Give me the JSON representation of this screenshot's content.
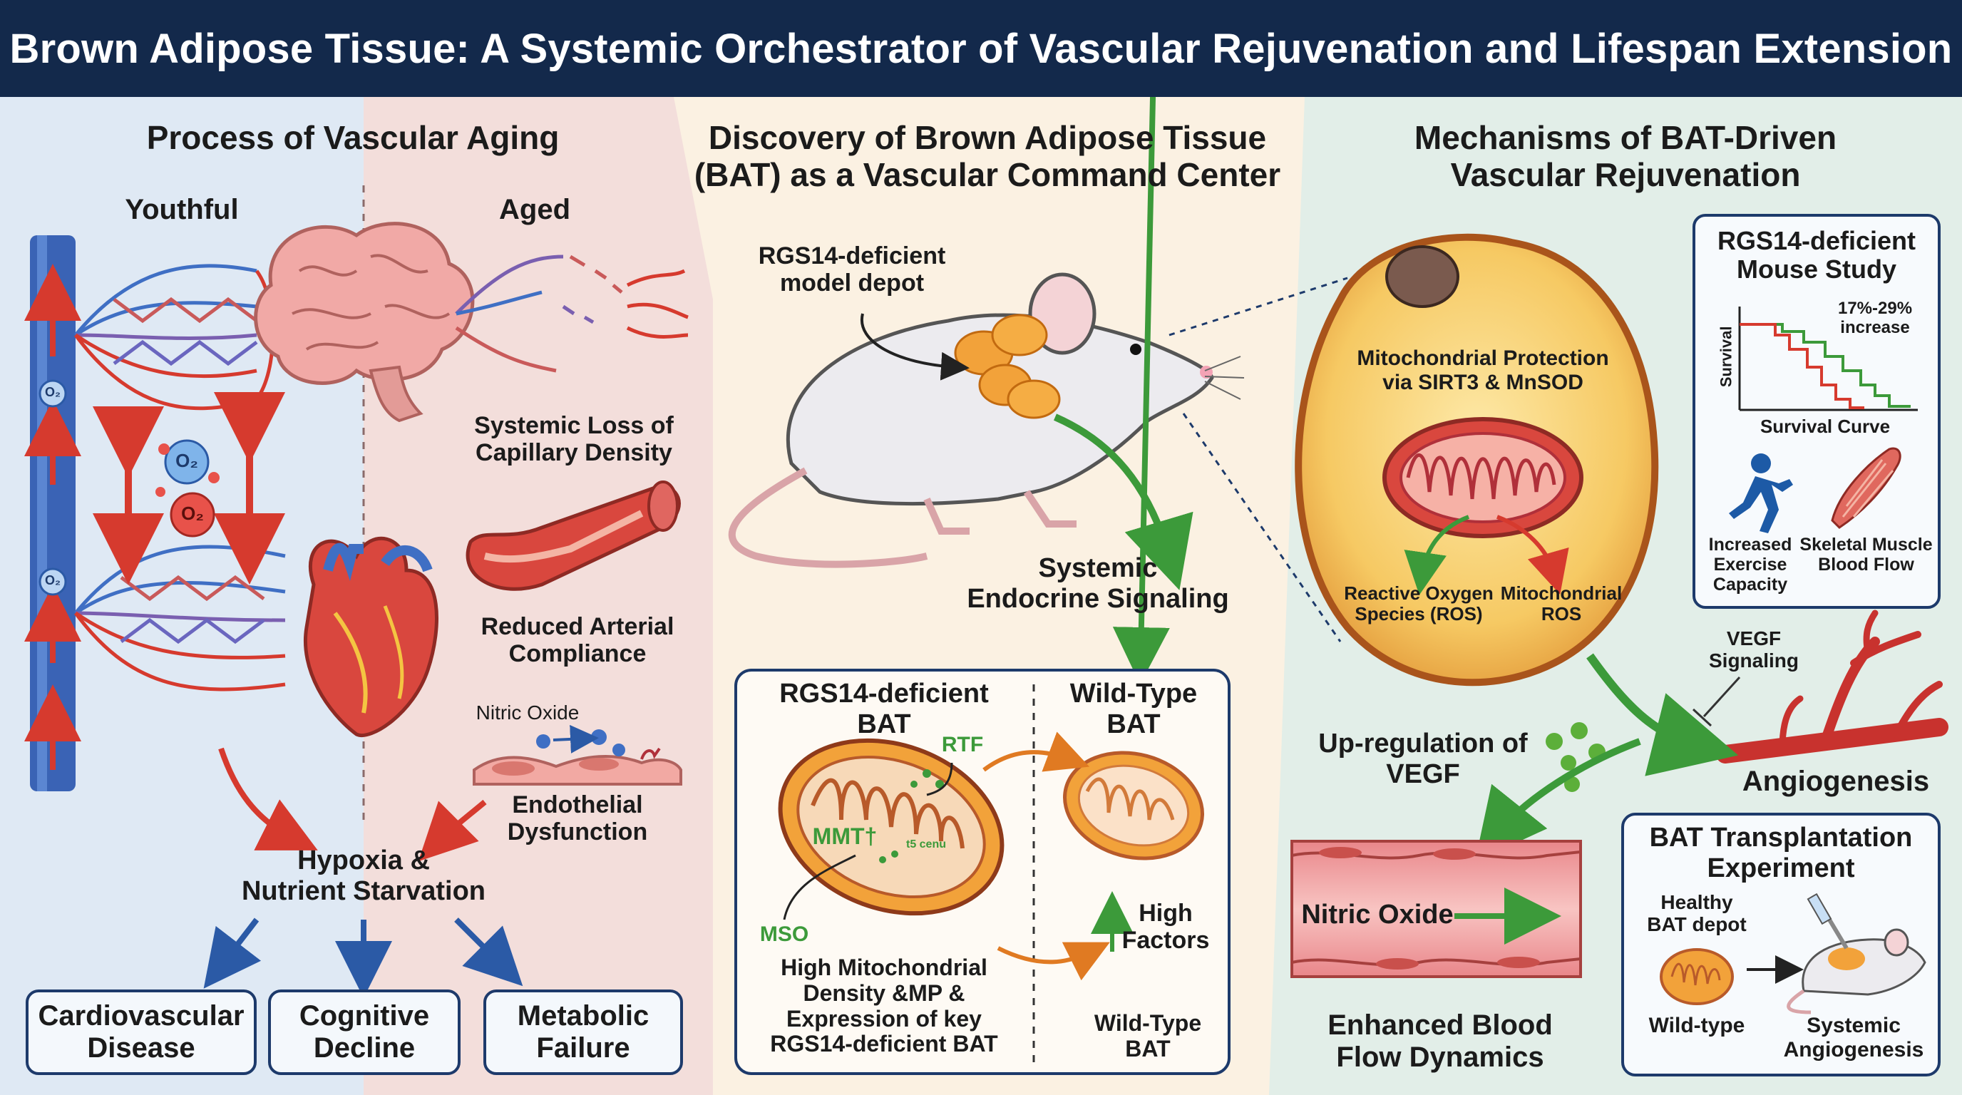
{
  "title": "Brown Adipose Tissue: A Systemic Orchestrator of Vascular Rejuvenation and Lifespan Extension",
  "left": {
    "heading": "Process of Vascular Aging",
    "youthful": "Youthful",
    "aged": "Aged",
    "o2_small_1": "O₂",
    "o2_small_2": "O₂",
    "o2_blue": "O₂",
    "o2_red": "O₂",
    "capillary_loss": "Systemic Loss of\nCapillary Density",
    "arterial": "Reduced Arterial\nCompliance",
    "nitric_oxide": "Nitric Oxide",
    "endothelial": "Endothelial\nDysfunction",
    "hypoxia": "Hypoxia &\nNutrient Starvation",
    "outcomes": [
      "Cardiovascular\nDisease",
      "Cognitive\nDecline",
      "Metabolic\nFailure"
    ]
  },
  "middle": {
    "heading": "Discovery of Brown Adipose Tissue\n(BAT) as a Vascular Command Center",
    "depot_label": "RGS14-deficient\nmodel depot",
    "endocrine": "Systemic\nEndocrine Signaling",
    "box": {
      "left_title": "RGS14-deficient\nBAT",
      "right_title": "Wild-Type\nBAT",
      "rtf": "RTF",
      "mmt": "MMT†",
      "tiny": "t5 cenu",
      "mso": "MSO",
      "high_factors": "High\nFactors",
      "left_caption": "High Mitochondrial\nDensity &MP &\nExpression of key\nRGS14-deficient BAT",
      "right_caption": "Wild-Type\nBAT"
    }
  },
  "right": {
    "heading": "Mechanisms of BAT-Driven\nVascular Rejuvenation",
    "mito_protection": "Mitochondrial Protection\nvia SIRT3 & MnSOD",
    "ros_left": "Reactive Oxygen\nSpecies (ROS)",
    "ros_right": "Mitochondrial\nROS",
    "study": {
      "title": "RGS14-deficient\nMouse Study",
      "survival_axis": "Survival",
      "increase": "17%-29%\nincrease",
      "curve_label": "Survival Curve",
      "exercise": "Increased\nExercise\nCapacity",
      "muscle": "Skeletal Muscle\nBlood Flow"
    },
    "vegf_signaling": "VEGF\nSignaling",
    "upregulation": "Up-regulation of\nVEGF",
    "angiogenesis": "Angiogenesis",
    "nitric_oxide": "Nitric Oxide",
    "blood_flow": "Enhanced Blood\nFlow Dynamics",
    "transplant": {
      "title": "BAT Transplantation\nExperiment",
      "healthy": "Healthy\nBAT depot",
      "wildtype": "Wild-type",
      "systemic": "Systemic\nAngiogenesis"
    }
  },
  "colors": {
    "header": "#13294b",
    "artery_red": "#d63a2e",
    "vein_blue": "#3f6fc4",
    "bat_orange": "#f2a23a",
    "arrow_green": "#3c9a3a",
    "panel_left_blue": "#dde8f4",
    "panel_left_pink": "#f3dad8",
    "panel_mid": "#fbf0df",
    "panel_right": "#e3efe9"
  }
}
